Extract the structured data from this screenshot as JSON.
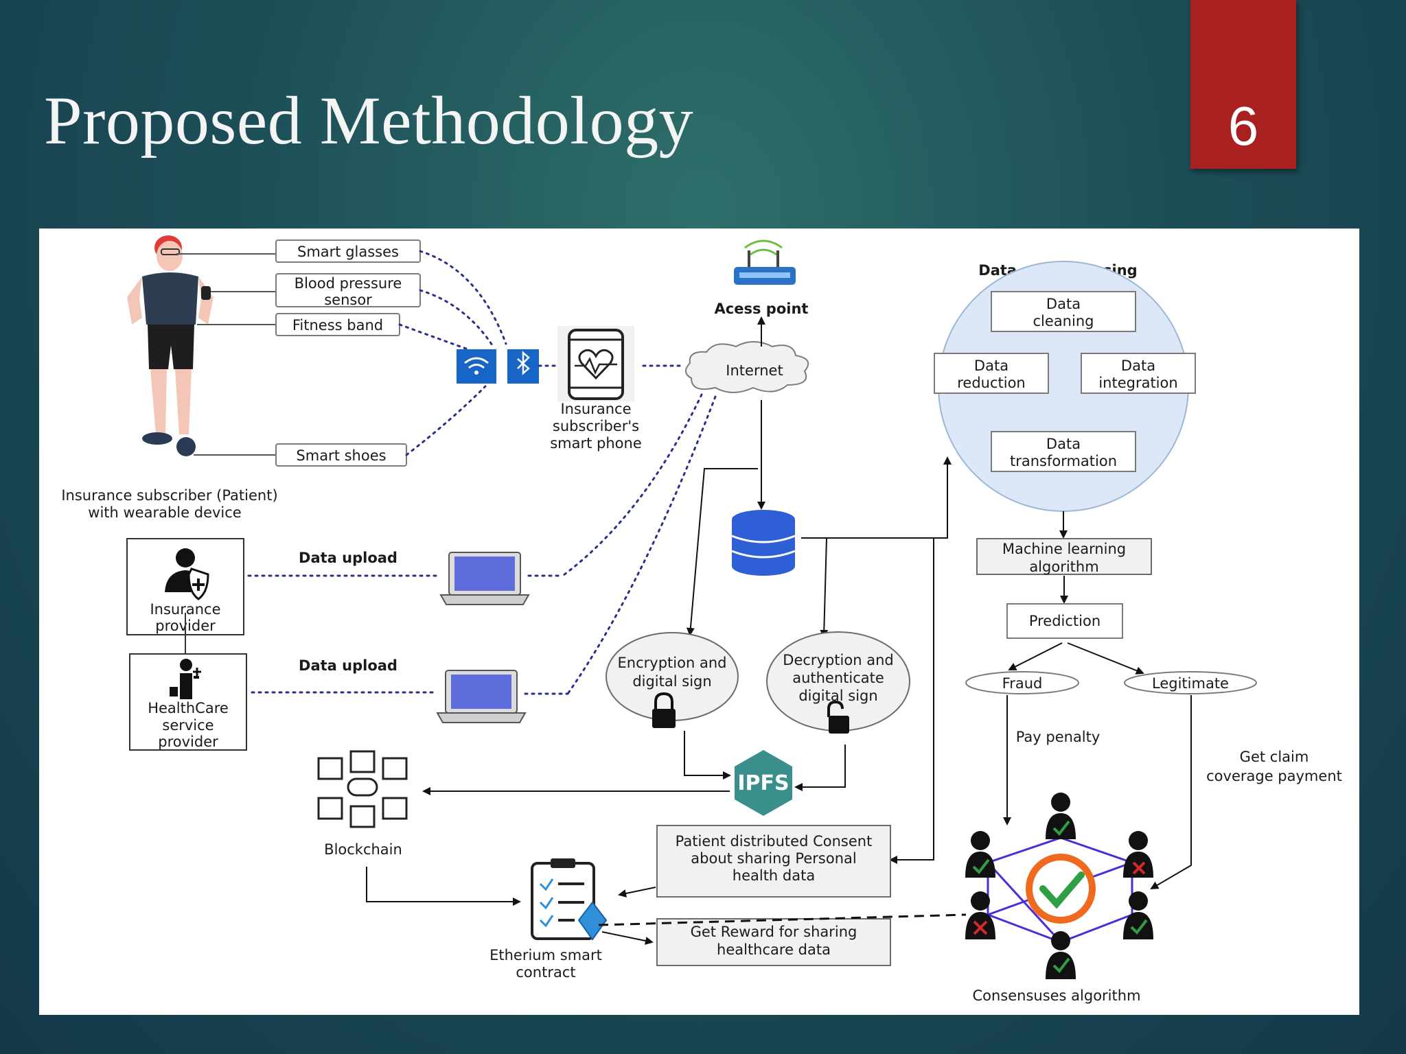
{
  "slide": {
    "title": "Proposed Methodology",
    "page_number": "6"
  },
  "colors": {
    "background": "#1d4f58",
    "badge": "#a8201f",
    "panel": "#ffffff",
    "dotted_link": "#2a2f8a",
    "preprocessing_circle": "#dce8f7",
    "database": "#2f5fd6",
    "ipfs": "#3a8f8c",
    "consensus_ring": "#ef6a1f",
    "check": "#2ea043",
    "cross": "#d62828"
  },
  "diagram": {
    "wearables": {
      "devices": [
        "Smart glasses",
        "Blood pressure sensor",
        "Fitness band",
        "Smart shoes"
      ],
      "subscriber_caption_line1": "Insurance subscriber (Patient)",
      "subscriber_caption_line2": "with wearable device",
      "phone_caption": [
        "Insurance",
        "subscriber's",
        "smart phone"
      ]
    },
    "network": {
      "access_point": "Acess point",
      "internet": "Internet"
    },
    "providers": {
      "insurance": [
        "Insurance",
        "provider"
      ],
      "healthcare": [
        "HealthCare",
        "service",
        "provider"
      ],
      "upload_1": "Data upload",
      "upload_2": "Data upload"
    },
    "security": {
      "encryption": [
        "Encryption and",
        "digital sign"
      ],
      "decryption": [
        "Decryption and",
        "authenticate",
        "digital sign"
      ],
      "ipfs": "IPFS",
      "blockchain": "Blockchain"
    },
    "contract": {
      "label": [
        "Etherium smart",
        "contract"
      ],
      "consent": [
        "Patient distributed Consent",
        "about sharing  Personal",
        "health data"
      ],
      "reward": [
        "Get Reward for sharing",
        "healthcare data"
      ]
    },
    "preprocessing": {
      "title": "Data preprocessing",
      "cleaning": [
        "Data",
        "cleaning"
      ],
      "reduction": [
        "Data",
        "reduction"
      ],
      "integration": [
        "Data",
        "integration"
      ],
      "transformation": [
        "Data",
        "transformation"
      ]
    },
    "ml": {
      "algorithm": [
        "Machine learning",
        "algorithm"
      ],
      "prediction": "Prediction",
      "fraud": "Fraud",
      "legitimate": "Legitimate",
      "pay_penalty": "Pay penalty",
      "get_claim": [
        "Get claim",
        "coverage payment"
      ],
      "consensus": "Consensuses algorithm"
    }
  }
}
